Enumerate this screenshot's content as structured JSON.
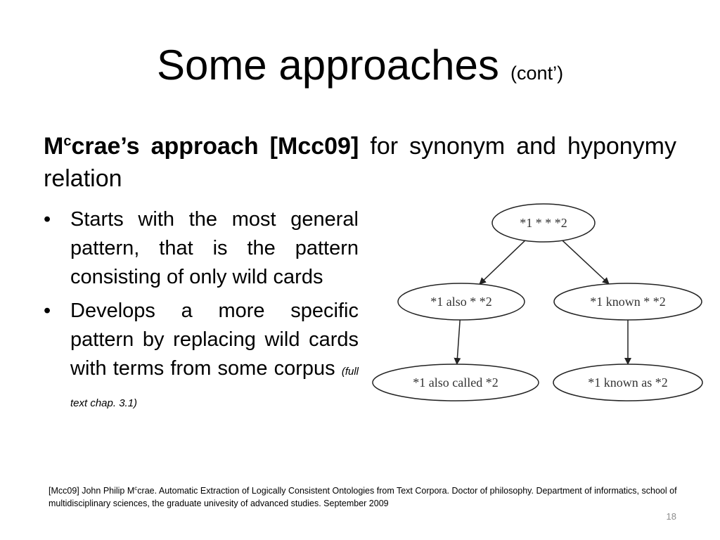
{
  "slide": {
    "title": "Some approaches",
    "title_suffix": "(cont’)",
    "heading": {
      "author_initial": "M",
      "author_sup": "c",
      "author_rest": "crae’s approach [Mcc09]",
      "rest": " for synonym and hyponymy relation"
    },
    "bullets": [
      {
        "marker": "•",
        "text": "Starts with the most general pattern, that is the pattern consisting of only wild cards",
        "note": ""
      },
      {
        "marker": "•",
        "text": "Develops a more specific pattern by replacing wild cards with terms from some corpus",
        "note": "(full text chap. 3.1)"
      }
    ],
    "footnote": {
      "before": "[Mcc09] John Philip M",
      "sup": "c",
      "after": "crae. Automatic Extraction of Logically Consistent Ontologies from Text Corpora. Doctor of philosophy. Department of informatics, school of multidisciplinary sciences, the graduate univesity of advanced studies. September 2009"
    },
    "page_number": "18"
  },
  "diagram": {
    "nodes": [
      {
        "id": "root",
        "label": "*1 * * *2"
      },
      {
        "id": "also",
        "label": "*1 also * *2"
      },
      {
        "id": "known",
        "label": "*1 known * *2"
      },
      {
        "id": "also_called",
        "label": "*1 also called *2"
      },
      {
        "id": "known_as",
        "label": "*1 known as *2"
      }
    ],
    "edges": [
      {
        "from": "root",
        "to": "also"
      },
      {
        "from": "root",
        "to": "known"
      },
      {
        "from": "also",
        "to": "also_called"
      },
      {
        "from": "known",
        "to": "known_as"
      }
    ]
  }
}
